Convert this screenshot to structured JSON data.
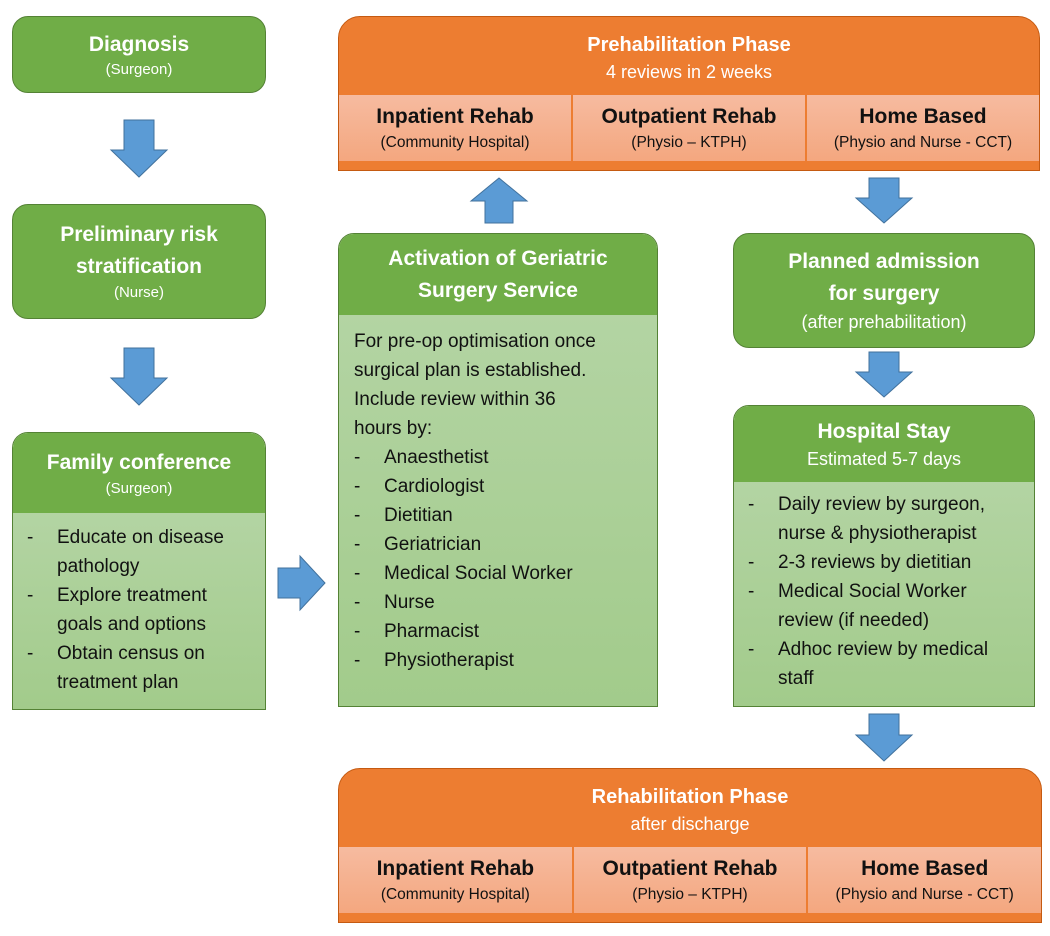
{
  "colors": {
    "green_box": "#70ad47",
    "green_light": "#a9d08e",
    "orange_phase": "#ed7d31",
    "orange_light": "#f4b183",
    "arrow_blue": "#5b9bd5"
  },
  "diagnosis": {
    "title": "Diagnosis",
    "subtitle": "(Surgeon)"
  },
  "risk": {
    "title_line1": "Preliminary risk",
    "title_line2": "stratification",
    "subtitle": "(Nurse)"
  },
  "family": {
    "title": "Family conference",
    "subtitle": "(Surgeon)",
    "items": [
      {
        "dash": "-",
        "line1": "Educate on disease",
        "line2": "pathology"
      },
      {
        "dash": "-",
        "line1": "Explore treatment",
        "line2": "goals and options"
      },
      {
        "dash": "-",
        "line1": "Obtain census on",
        "line2": "treatment plan"
      }
    ]
  },
  "activation": {
    "title_line1": "Activation of Geriatric",
    "title_line2": "Surgery Service",
    "intro": [
      "For pre-op optimisation once",
      "surgical plan is established.",
      "Include review within 36",
      "hours by:"
    ],
    "items": [
      {
        "dash": "-",
        "text": "Anaesthetist"
      },
      {
        "dash": "-",
        "text": "Cardiologist"
      },
      {
        "dash": "-",
        "text": "Dietitian"
      },
      {
        "dash": "-",
        "text": "Geriatrician"
      },
      {
        "dash": "-",
        "text": "Medical Social Worker"
      },
      {
        "dash": "-",
        "text": "Nurse"
      },
      {
        "dash": "-",
        "text": "Pharmacist"
      },
      {
        "dash": "-",
        "text": "Physiotherapist"
      }
    ]
  },
  "prehab": {
    "title": "Prehabilitation Phase",
    "subtitle": "4 reviews in 2 weeks",
    "options": [
      {
        "title": "Inpatient Rehab",
        "subtitle": "(Community Hospital)"
      },
      {
        "title": "Outpatient Rehab",
        "subtitle": "(Physio – KTPH)"
      },
      {
        "title": "Home Based",
        "subtitle": "(Physio and Nurse - CCT)"
      }
    ]
  },
  "planned": {
    "title_line1": "Planned admission",
    "title_line2": "for surgery",
    "subtitle": "(after prehabilitation)"
  },
  "hospital": {
    "title": "Hospital Stay",
    "subtitle": "Estimated 5-7 days",
    "items": [
      {
        "dash": "-",
        "line1": "Daily review by surgeon,",
        "line2": "nurse & physiotherapist"
      },
      {
        "dash": "-",
        "line1": "2-3 reviews by dietitian",
        "line2": ""
      },
      {
        "dash": "-",
        "line1": "Medical Social Worker",
        "line2": "review (if needed)"
      },
      {
        "dash": "-",
        "line1": "Adhoc review by medical",
        "line2": "staff"
      }
    ]
  },
  "rehab": {
    "title": "Rehabilitation Phase",
    "subtitle": "after discharge",
    "options": [
      {
        "title": "Inpatient Rehab",
        "subtitle": "(Community Hospital)"
      },
      {
        "title": "Outpatient Rehab",
        "subtitle": "(Physio – KTPH)"
      },
      {
        "title": "Home Based",
        "subtitle": "(Physio and Nurse - CCT)"
      }
    ]
  }
}
